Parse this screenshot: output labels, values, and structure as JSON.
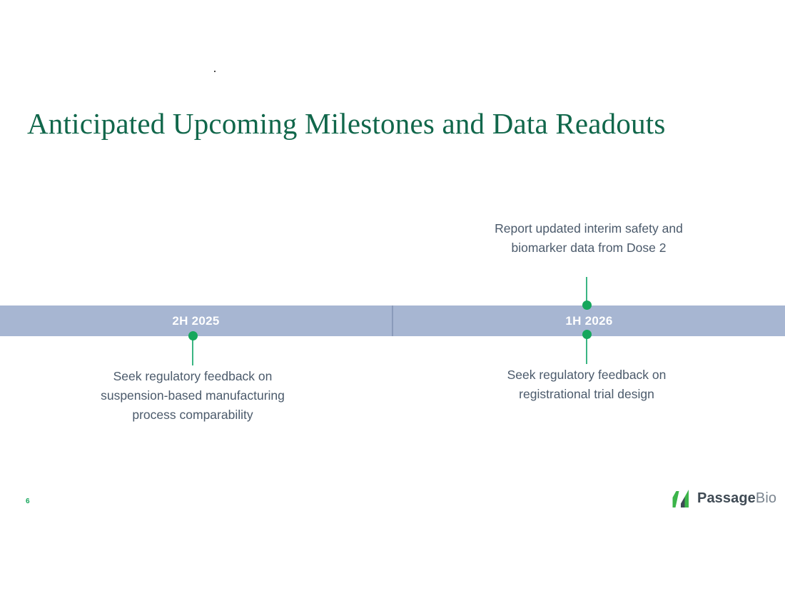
{
  "slide": {
    "title": "Anticipated Upcoming Milestones and Data Readouts",
    "page_number": "6"
  },
  "timeline": {
    "periods": [
      {
        "label": "2H 2025"
      },
      {
        "label": "1H 2026"
      }
    ],
    "milestones": [
      {
        "period": "2H 2025",
        "position": "below",
        "text": "Seek regulatory feedback on suspension-based manufacturing process comparability"
      },
      {
        "period": "1H 2026",
        "position": "above",
        "text": "Report updated interim safety and biomarker data from Dose 2"
      },
      {
        "period": "1H 2026",
        "position": "below",
        "text": "Seek regulatory feedback on registrational trial design"
      }
    ]
  },
  "logo": {
    "brand": "Passage",
    "sub": "Bio"
  },
  "colors": {
    "title_green": "#11674b",
    "band_blue": "#a7b6d2",
    "band_divider": "#8a9bbb",
    "marker_green": "#16a75c",
    "stem_green": "#3bb583",
    "callout_text": "#4b5a6b",
    "logo_brand": "#3f4a54",
    "logo_sub": "#7b858f"
  }
}
